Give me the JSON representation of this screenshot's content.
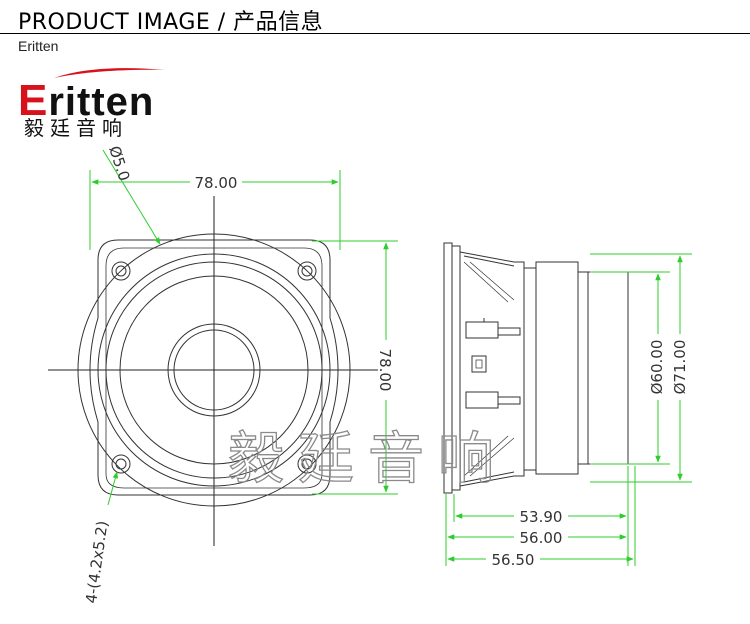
{
  "header": {
    "title": "PRODUCT IMAGE  /  产品信息"
  },
  "brand": {
    "small_label": "Eritten",
    "logo_first": "E",
    "logo_rest": "ritten",
    "logo_cn": "毅廷音响",
    "logo_color": "#d8121b"
  },
  "dimensions": {
    "front_width": "78.00",
    "front_height": "78.00",
    "cone_diameter": "Ø5.0",
    "mount_holes": "4-(4.2x5.2)",
    "magnet_diameter": "Ø60.00",
    "frame_diameter": "Ø71.00",
    "depth_1": "53.90",
    "depth_2": "56.00",
    "depth_3": "56.50"
  },
  "watermark": {
    "text": "毅廷音响"
  },
  "colors": {
    "dimension_line": "#2ecc2e",
    "outline": "#333333"
  }
}
